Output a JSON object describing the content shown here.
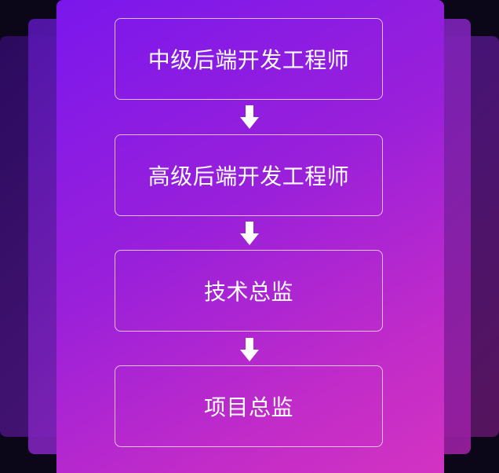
{
  "steps": [
    {
      "label": "中级后端开发工程师"
    },
    {
      "label": "高级后端开发工程师"
    },
    {
      "label": "技术总监"
    },
    {
      "label": "项目总监"
    }
  ],
  "colors": {
    "page_background": "#0b0618",
    "front_card_start": "#7b17ec",
    "front_card_end": "#d233c2",
    "box_border": "#ffffff",
    "text": "#ffffff",
    "arrow": "#ffffff"
  },
  "icons": {
    "connector": "down-arrow-icon"
  }
}
